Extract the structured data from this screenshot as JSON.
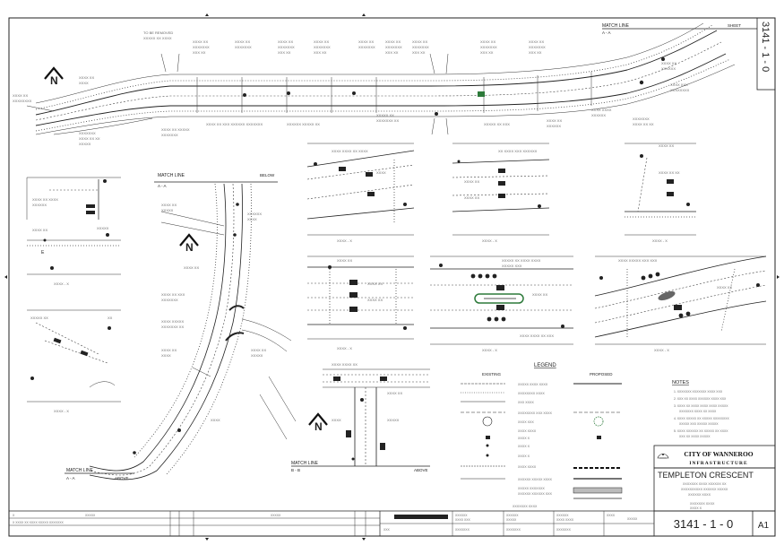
{
  "drawing": {
    "number_vertical": "3141 - 1 - 0",
    "number": "3141 - 1 - 0",
    "sheet_size": "A1"
  },
  "title_block": {
    "council": "CITY OF WANNEROO",
    "department": "INFRASTRUCTURE",
    "project_title": "TEMPLETON CRESCENT"
  },
  "match_lines": {
    "top_right": "MATCH LINE",
    "top_right_ref": "A - A",
    "top_right_note": "SHEET",
    "middle_left": "MATCH LINE",
    "middle_left_ref": "A - A",
    "middle_left_note": "BELOW",
    "bottom_left": "MATCH LINE",
    "bottom_left_ref": "A - A",
    "bottom_left_note": "ABOVE",
    "bottom_mid": "MATCH LINE",
    "bottom_mid_ref": "B - B",
    "bottom_mid_note": "ABOVE"
  },
  "legend": {
    "title": "LEGEND",
    "col_existing": "EXISTING",
    "col_proposed": "PROPOSED"
  },
  "notes": {
    "title": "NOTES"
  },
  "icons": [
    "north-arrow-icon",
    "council-crest-icon"
  ]
}
